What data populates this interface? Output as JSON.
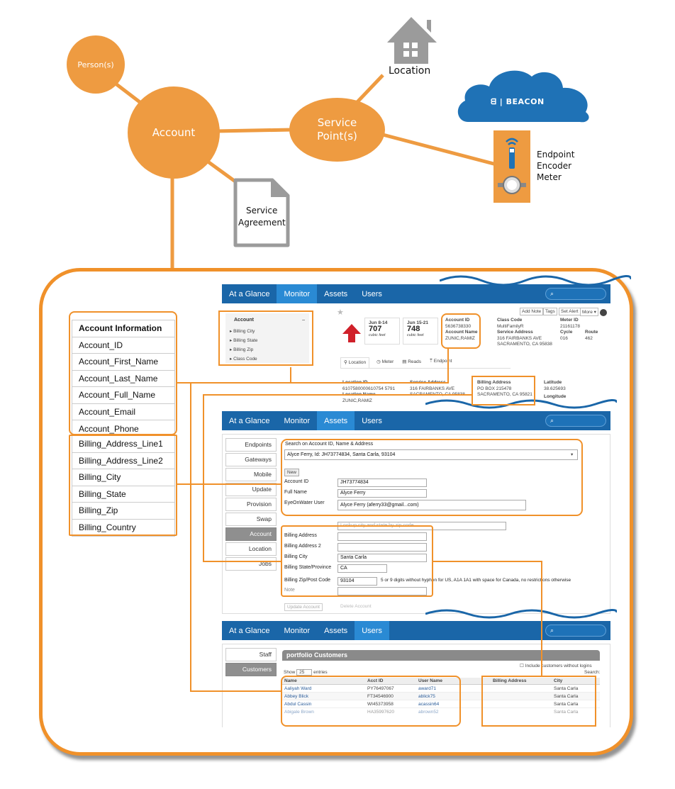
{
  "diagram": {
    "person": "Person(s)",
    "account": "Account",
    "service_point": [
      "Service",
      "Point(s)"
    ],
    "location": "Location",
    "service_agreement": [
      "Service",
      "Agreement"
    ],
    "beacon": "BEACON",
    "endpoint": [
      "Endpoint",
      "Encoder",
      "Meter"
    ]
  },
  "account_fields": [
    "Account Information",
    "Account_ID",
    "Account_First_Name",
    "Account_Last_Name",
    "Account_Full_Name",
    "Account_Email",
    "Account_Phone"
  ],
  "billing_fields": [
    "Billing_Address_Line1",
    "Billing_Address_Line2",
    "Billing_City",
    "Billing_State",
    "Billing_Zip",
    "Billing_Country"
  ],
  "nav": {
    "tabs": [
      "At a Glance",
      "Monitor",
      "Assets",
      "Users"
    ]
  },
  "screen1": {
    "filter_title": "Account",
    "filter_collapse": "–",
    "filters": [
      "Billing City",
      "Billing State",
      "Billing Zip",
      "Class Code"
    ],
    "actions": [
      "Add Note",
      "Tags",
      "Set Alert",
      "More ▾"
    ],
    "periods": [
      {
        "range": "Jun 8-14",
        "value": "707",
        "unit": "cubic feet"
      },
      {
        "range": "Jun 15-21",
        "value": "748",
        "unit": "cubic feet"
      }
    ],
    "account_id_label": "Account ID",
    "account_id": "5636738330",
    "account_name_label": "Account Name",
    "account_name": "ZUNIC,RAMIZ",
    "class_code_label": "Class Code",
    "class_code": "MultiFamilyR",
    "service_address_label": "Service Address",
    "service_address": [
      "316 FAIRBANKS AVE",
      "SACRAMENTO, CA 95838"
    ],
    "meter_id_label": "Meter ID",
    "meter_id": "21161178",
    "cycle_label": "Cycle",
    "cycle": "016",
    "route_label": "Route",
    "route": "462",
    "subtabs": [
      "Location",
      "Meter",
      "Reads",
      "Endpoint"
    ],
    "location_id_label": "Location ID",
    "location_id": "6107580000610754 5791",
    "location_name_label": "Location Name",
    "location_name": "ZUNIC,RAMIZ",
    "svc_addr_label": "Service Address",
    "svc_addr": [
      "316 FAIRBANKS AVE",
      "SACRAMENTO, CA 95838"
    ],
    "billing_address_label": "Billing Address",
    "billing_address": [
      "PO BOX 215478",
      "SACRAMENTO, CA 95821"
    ],
    "latitude_label": "Latitude",
    "latitude": "38.625693",
    "longitude_label": "Longitude"
  },
  "screen2": {
    "side": [
      "Endpoints",
      "Gateways",
      "Mobile",
      "Update",
      "Provision",
      "Swap",
      "Account",
      "Location",
      "Jobs"
    ],
    "search_label": "Search on Account ID, Name & Address",
    "search_value": "Alyce Ferry, Id: JH73774834, Santa Carla, 93104",
    "new_btn": "New",
    "account_id_label": "Account ID",
    "account_id": "JH73774834",
    "full_name_label": "Full Name",
    "full_name": "Alyce Ferry",
    "eow_label": "EyeOnWater User",
    "eow_value": "Alyce Ferry (aferry33@gmail...com)",
    "lookup_placeholder": "Lookup city and state by zip code",
    "billing_address_label": "Billing Address",
    "billing_address2_label": "Billing Address 2",
    "billing_city_label": "Billing City",
    "billing_city": "Santa Carla",
    "billing_state_label": "Billing State/Province",
    "billing_state": "CA",
    "billing_zip_label": "Billing Zip/Post Code",
    "billing_zip": "93104",
    "zip_hint": "5 or 9 digits without hyphen for US, A1A 1A1 with space for Canada, no restrictions otherwise",
    "note_label": "Note",
    "update_btn": "Update Account",
    "delete_btn": "Delete Account"
  },
  "screen3": {
    "side": [
      "Staff",
      "Customers"
    ],
    "title": "portfolio Customers",
    "include_label": "Include customers without logins",
    "search_label": "Search:",
    "show_label": "Show",
    "show_value": "25",
    "entries_label": "entries",
    "columns": [
      "Name",
      "Acct ID",
      "User Name",
      "Billing Address",
      "City"
    ],
    "rows": [
      [
        "Aaliyah Ward",
        "PY76497067",
        "award71",
        "",
        "Santa Carla"
      ],
      [
        "Abbey Blick",
        "FT34546900",
        "ablick75",
        "",
        "Santa Carla"
      ],
      [
        "Abdul Cassin",
        "WI45373958",
        "acassin64",
        "",
        "Santa Carla"
      ],
      [
        "Abigale Brown",
        "HA35997620",
        "abrown52",
        "",
        "Santa Carla"
      ]
    ]
  },
  "colors": {
    "orange": "#EE9B41",
    "frame": "#F0912A",
    "nav_blue": "#1a66a8",
    "cloud_blue": "#1f72b6"
  }
}
